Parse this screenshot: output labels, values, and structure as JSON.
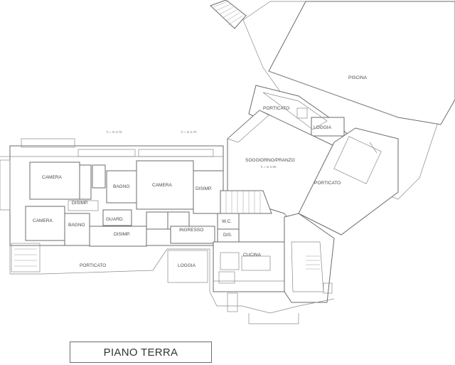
{
  "title": "PIANO TERRA",
  "rooms": [
    {
      "id": "piscina",
      "label": "PISCINA"
    },
    {
      "id": "porticato-top",
      "label": "PORTICATO"
    },
    {
      "id": "loggia-top",
      "label": "LOGGIA"
    },
    {
      "id": "soggiorno",
      "label": "SOGGIORNO/PRANZO"
    },
    {
      "id": "porticato-right",
      "label": "PORTICATO"
    },
    {
      "id": "camera-1",
      "label": "CAMERA"
    },
    {
      "id": "bagno-1",
      "label": "BAGNO"
    },
    {
      "id": "camera-2",
      "label": "CAMERA"
    },
    {
      "id": "disimp-1",
      "label": "DISIMP."
    },
    {
      "id": "camera-3",
      "label": "CAMERA"
    },
    {
      "id": "bagno-2",
      "label": "BAGNO"
    },
    {
      "id": "disimp-2",
      "label": "DISIMP."
    },
    {
      "id": "guard",
      "label": "GUARD."
    },
    {
      "id": "disimp-3",
      "label": "DISIMP."
    },
    {
      "id": "cucina",
      "label": "CUCINA"
    },
    {
      "id": "wc",
      "label": "W.C."
    },
    {
      "id": "ingresso",
      "label": "INGRESSO"
    },
    {
      "id": "porticato-bottom",
      "label": "PORTICATO"
    },
    {
      "id": "loggia-bottom",
      "label": "LOGGIA"
    },
    {
      "id": "dis",
      "label": "DIS."
    }
  ],
  "dimensions": {
    "soggiorno_height": "h = m 2,90",
    "left_height": "h = m 2,70",
    "mid_height": "h = m 2,70"
  }
}
